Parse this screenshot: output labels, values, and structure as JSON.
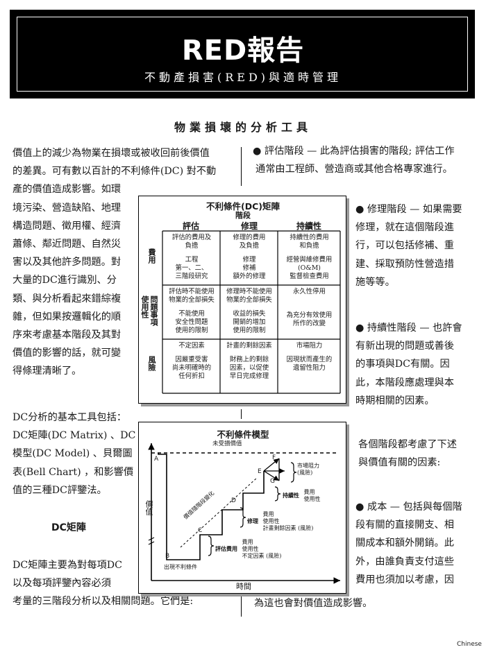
{
  "header": {
    "title": "RED報告",
    "subtitle": "不動產損害(RED)與適時管理"
  },
  "section_heading": "物業損壞的分析工具",
  "left_col": {
    "intro_lines": [
      "價值上的減少為物業在損壞或被收回前後價值",
      "的差異。可有數以百計的不利條件(DC) 對不動",
      "產的價值造成影響。如環",
      "境污染、營造缺陷、地理",
      "構造問題、徵用權、經濟",
      "蕭條、鄰近問題、自然災",
      "害以及其他許多問題。對",
      "大量的DC進行識別、分",
      "類、與分析看起來錯綜複",
      "雜，但如果按邏輯化的順",
      "序來考慮基本階段及其對",
      "價值的影響的話，就可變",
      "得條理清晰了。"
    ],
    "tools_lines": [
      "DC分析的基本工具包括：",
      "DC矩陣(DC Matrix) 、DC",
      "模型(DC Model) 、貝爾圖",
      "表(Bell Chart) ，和影響價",
      "值的三種DC評鑒法。"
    ],
    "dc_matrix_heading": "DC矩陣",
    "dc_matrix_lines": [
      "DC矩陣主要為對每項DC",
      "以及每項評鑒內容必須",
      "考量的三階段分析以及相關問題。它們是:"
    ]
  },
  "right_col": {
    "assess": {
      "head": "評估階段",
      "lines": [
        "● 評估階段 — 此為評估損害的階段; 評估工作",
        "通常由工程師、營造商或其他合格專家進行。"
      ]
    },
    "repair": {
      "lines": [
        "● 修理階段 — 如果需要",
        "修理，就在這個階段進",
        "行，可以包括修補、重",
        "建、採取預防性營造措",
        "施等等。"
      ]
    },
    "ongoing": {
      "lines": [
        "● 持續性階段 — 也許會",
        "有新出現的問題或善後",
        "的事項與DC有關。因",
        "此，本階段應處理與本",
        "時期相關的因素。"
      ]
    },
    "factors_lines": [
      "各個階段都考慮了下述",
      "與價值有關的因素:"
    ],
    "cost": {
      "lines": [
        "● 成本 — 包括與每個階",
        "段有關的直接開支、相",
        "關成本和額外開銷。此",
        "外，由誰負責支付這些",
        "費用也須加以考慮，因"
      ]
    },
    "tail_line": "為這也會對價值造成影響。"
  },
  "matrix": {
    "title": "不利條件(DC)矩陣",
    "stage_label": "階段",
    "columns": [
      "評估",
      "修理",
      "持續性"
    ],
    "row_labels": {
      "cost": "費用",
      "use": "問題事項\n使用性",
      "risk": "風險"
    },
    "cells": {
      "cost": [
        [
          "評估的費用及",
          "負擔",
          "",
          "工程",
          "第一、二、",
          "三階段研究"
        ],
        [
          "修理的費用",
          "及負擔",
          "",
          "修理",
          "修補",
          "額外的修理"
        ],
        [
          "持續性的費用",
          "和負擔",
          "",
          "經營與維修費用",
          "(O&M)",
          "監督檢查費用"
        ]
      ],
      "use": [
        [
          "評估時不能使用",
          "物業的全部損失",
          "",
          "不能使用",
          "安全性問題",
          "使用的限制"
        ],
        [
          "修理時不能使用",
          "物業的全部損失",
          "",
          "收益的損失",
          "開銷的增加",
          "使用的限制"
        ],
        [
          "永久性停用",
          "",
          "",
          "為充分有效使用",
          "所作的改變",
          ""
        ]
      ],
      "risk": [
        [
          "不定因素",
          "",
          "因嚴重受害",
          "尚未明確時的",
          "任何折扣"
        ],
        [
          "計畫的剩餘因素",
          "",
          "財務上的剩餘",
          "因素，以促使",
          "早日完成修理"
        ],
        [
          "市場阻力",
          "",
          "因現狀而產生的",
          "遺留性阻力",
          ""
        ]
      ]
    }
  },
  "model": {
    "title": "不利條件模型",
    "unaffected": "未受損價值",
    "y_axis": "價值",
    "x_axis": "時間",
    "points": [
      "A",
      "B",
      "C",
      "D",
      "E",
      "F",
      "G"
    ],
    "diag_label": "價值隨階段變化",
    "market_resistance": [
      "市場阻力",
      "(風險)"
    ],
    "ongoing": {
      "title": "持續性",
      "items": [
        "費用",
        "使用性"
      ]
    },
    "repair": {
      "title": "修理",
      "items": [
        "費用",
        "使用性",
        "計畫剩餘因素 (風險)"
      ]
    },
    "assess": {
      "title": "評估費用",
      "items": [
        "費用",
        "使用性",
        "不定因素 (風險)"
      ]
    },
    "dc_found": "出現不利條件"
  },
  "corner_label": "Chinese"
}
